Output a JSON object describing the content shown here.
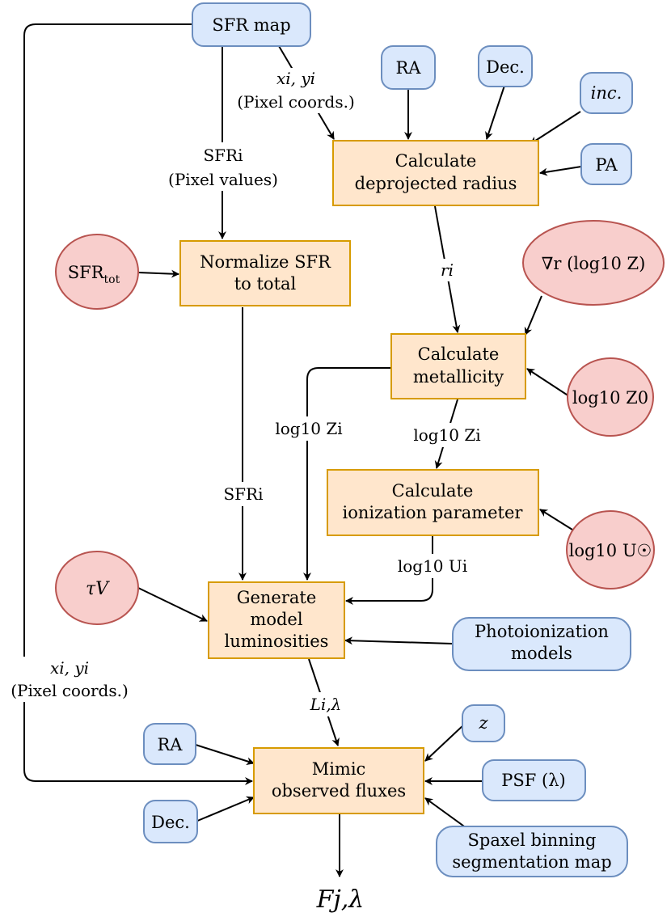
{
  "inputs": {
    "sfr_map": "SFR map",
    "ra_top": "RA",
    "dec_top": "Dec.",
    "inc": "inc.",
    "pa": "PA",
    "photoionization_line1": "Photoionization",
    "photoionization_line2": "models",
    "z": "z",
    "psf": "PSF (λ)",
    "ra_bottom": "RA",
    "dec_bottom": "Dec.",
    "spaxel_line1": "Spaxel binning",
    "spaxel_line2": "segmentation map"
  },
  "params": {
    "sfr_tot": "SFR",
    "sfr_tot_sub": "tot",
    "metal_gradient": "∇r (log10 Z)",
    "log_z0": "log10 Z0",
    "log_u_sun": "log10 U☉",
    "tau_v": "τV"
  },
  "processes": {
    "deproj_line1": "Calculate",
    "deproj_line2": "deprojected radius",
    "normalize_line1": "Normalize SFR",
    "normalize_line2": "to total",
    "metal_line1": "Calculate",
    "metal_line2": "metallicity",
    "ion_line1": "Calculate",
    "ion_line2": "ionization parameter",
    "gen_line1": "Generate",
    "gen_line2": "model",
    "gen_line3": "luminosities",
    "mimic_line1": "Mimic",
    "mimic_line2": "observed fluxes"
  },
  "edge_labels": {
    "xy_top_line1": "xi, yi",
    "xy_top_line2": "(Pixel coords.)",
    "sfri_line1": "SFRi",
    "sfri_line2": "(Pixel values)",
    "ri": "ri",
    "logzi_left": "log10 Zi",
    "logzi_right": "log10 Zi",
    "sfri_mid": "SFRi",
    "logui": "log10 Ui",
    "xy_left_line1": "xi, yi",
    "xy_left_line2": "(Pixel coords.)",
    "l_ilambda": "Li,λ",
    "output": "Fj,λ"
  }
}
